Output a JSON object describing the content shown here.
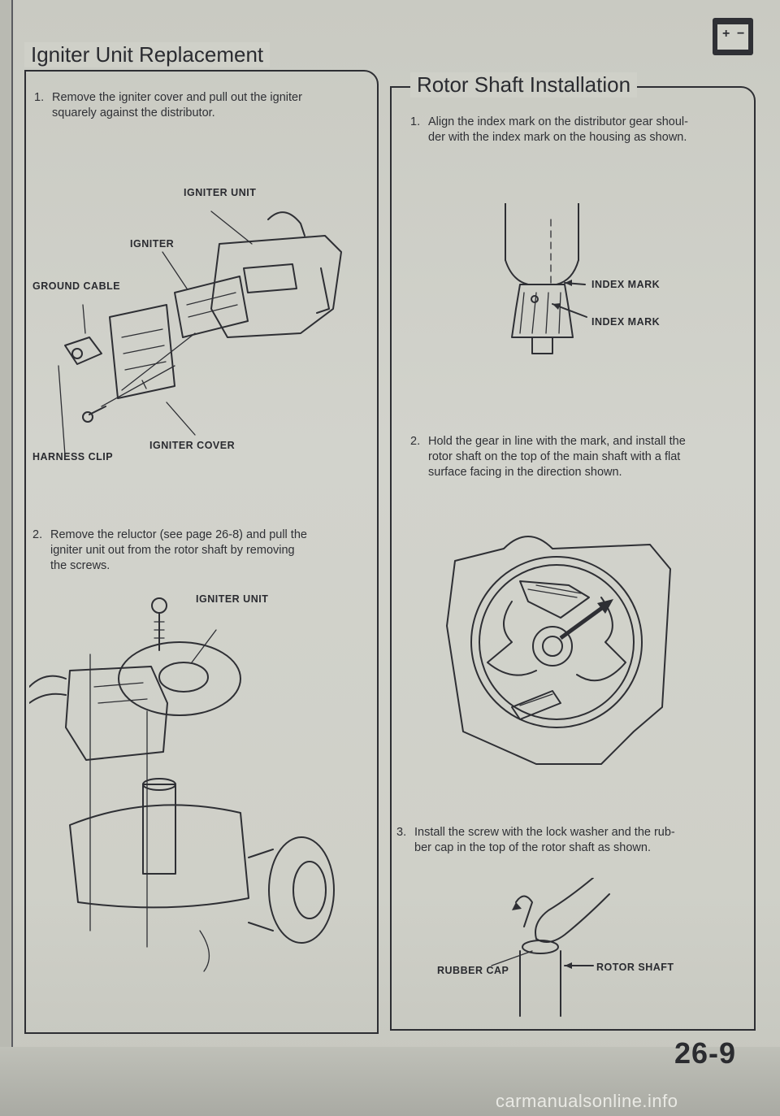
{
  "left_section": {
    "title": "Igniter Unit Replacement",
    "steps": [
      {
        "num": "1.",
        "line1": "Remove the igniter cover and pull out the igniter",
        "line2": "squarely against the distributor."
      },
      {
        "num": "2.",
        "line1": "Remove the reluctor (see page 26-8) and pull the",
        "line2": "igniter unit out from the rotor shaft by removing",
        "line3": "the screws."
      }
    ],
    "figure1_labels": {
      "igniter_unit": "IGNITER UNIT",
      "igniter": "IGNITER",
      "ground_cable": "GROUND CABLE",
      "harness_clip": "HARNESS CLIP",
      "igniter_cover": "IGNITER COVER"
    },
    "figure2_labels": {
      "igniter_unit": "IGNITER UNIT"
    }
  },
  "right_section": {
    "title": "Rotor Shaft Installation",
    "steps": [
      {
        "num": "1.",
        "line1": "Align the index mark on the distributor gear shoul-",
        "line2": "der with the index mark on the housing as shown."
      },
      {
        "num": "2.",
        "line1": "Hold the gear in line with the mark, and install the",
        "line2": "rotor shaft on the top of the main shaft with a flat",
        "line3": "surface facing in the direction shown."
      },
      {
        "num": "3.",
        "line1": "Install the screw with the lock washer and the rub-",
        "line2": "ber cap in the top of the rotor shaft as shown."
      }
    ],
    "figure1_labels": {
      "index_mark_upper": "INDEX MARK",
      "index_mark_lower": "INDEX MARK"
    },
    "figure3_labels": {
      "rubber_cap": "RUBBER CAP",
      "rotor_shaft": "ROTOR SHAFT"
    }
  },
  "header_icon": {
    "icon": "battery-icon",
    "plus": "+",
    "minus": "−"
  },
  "page_number": "26-9",
  "watermark": "carmanualsonline.info"
}
